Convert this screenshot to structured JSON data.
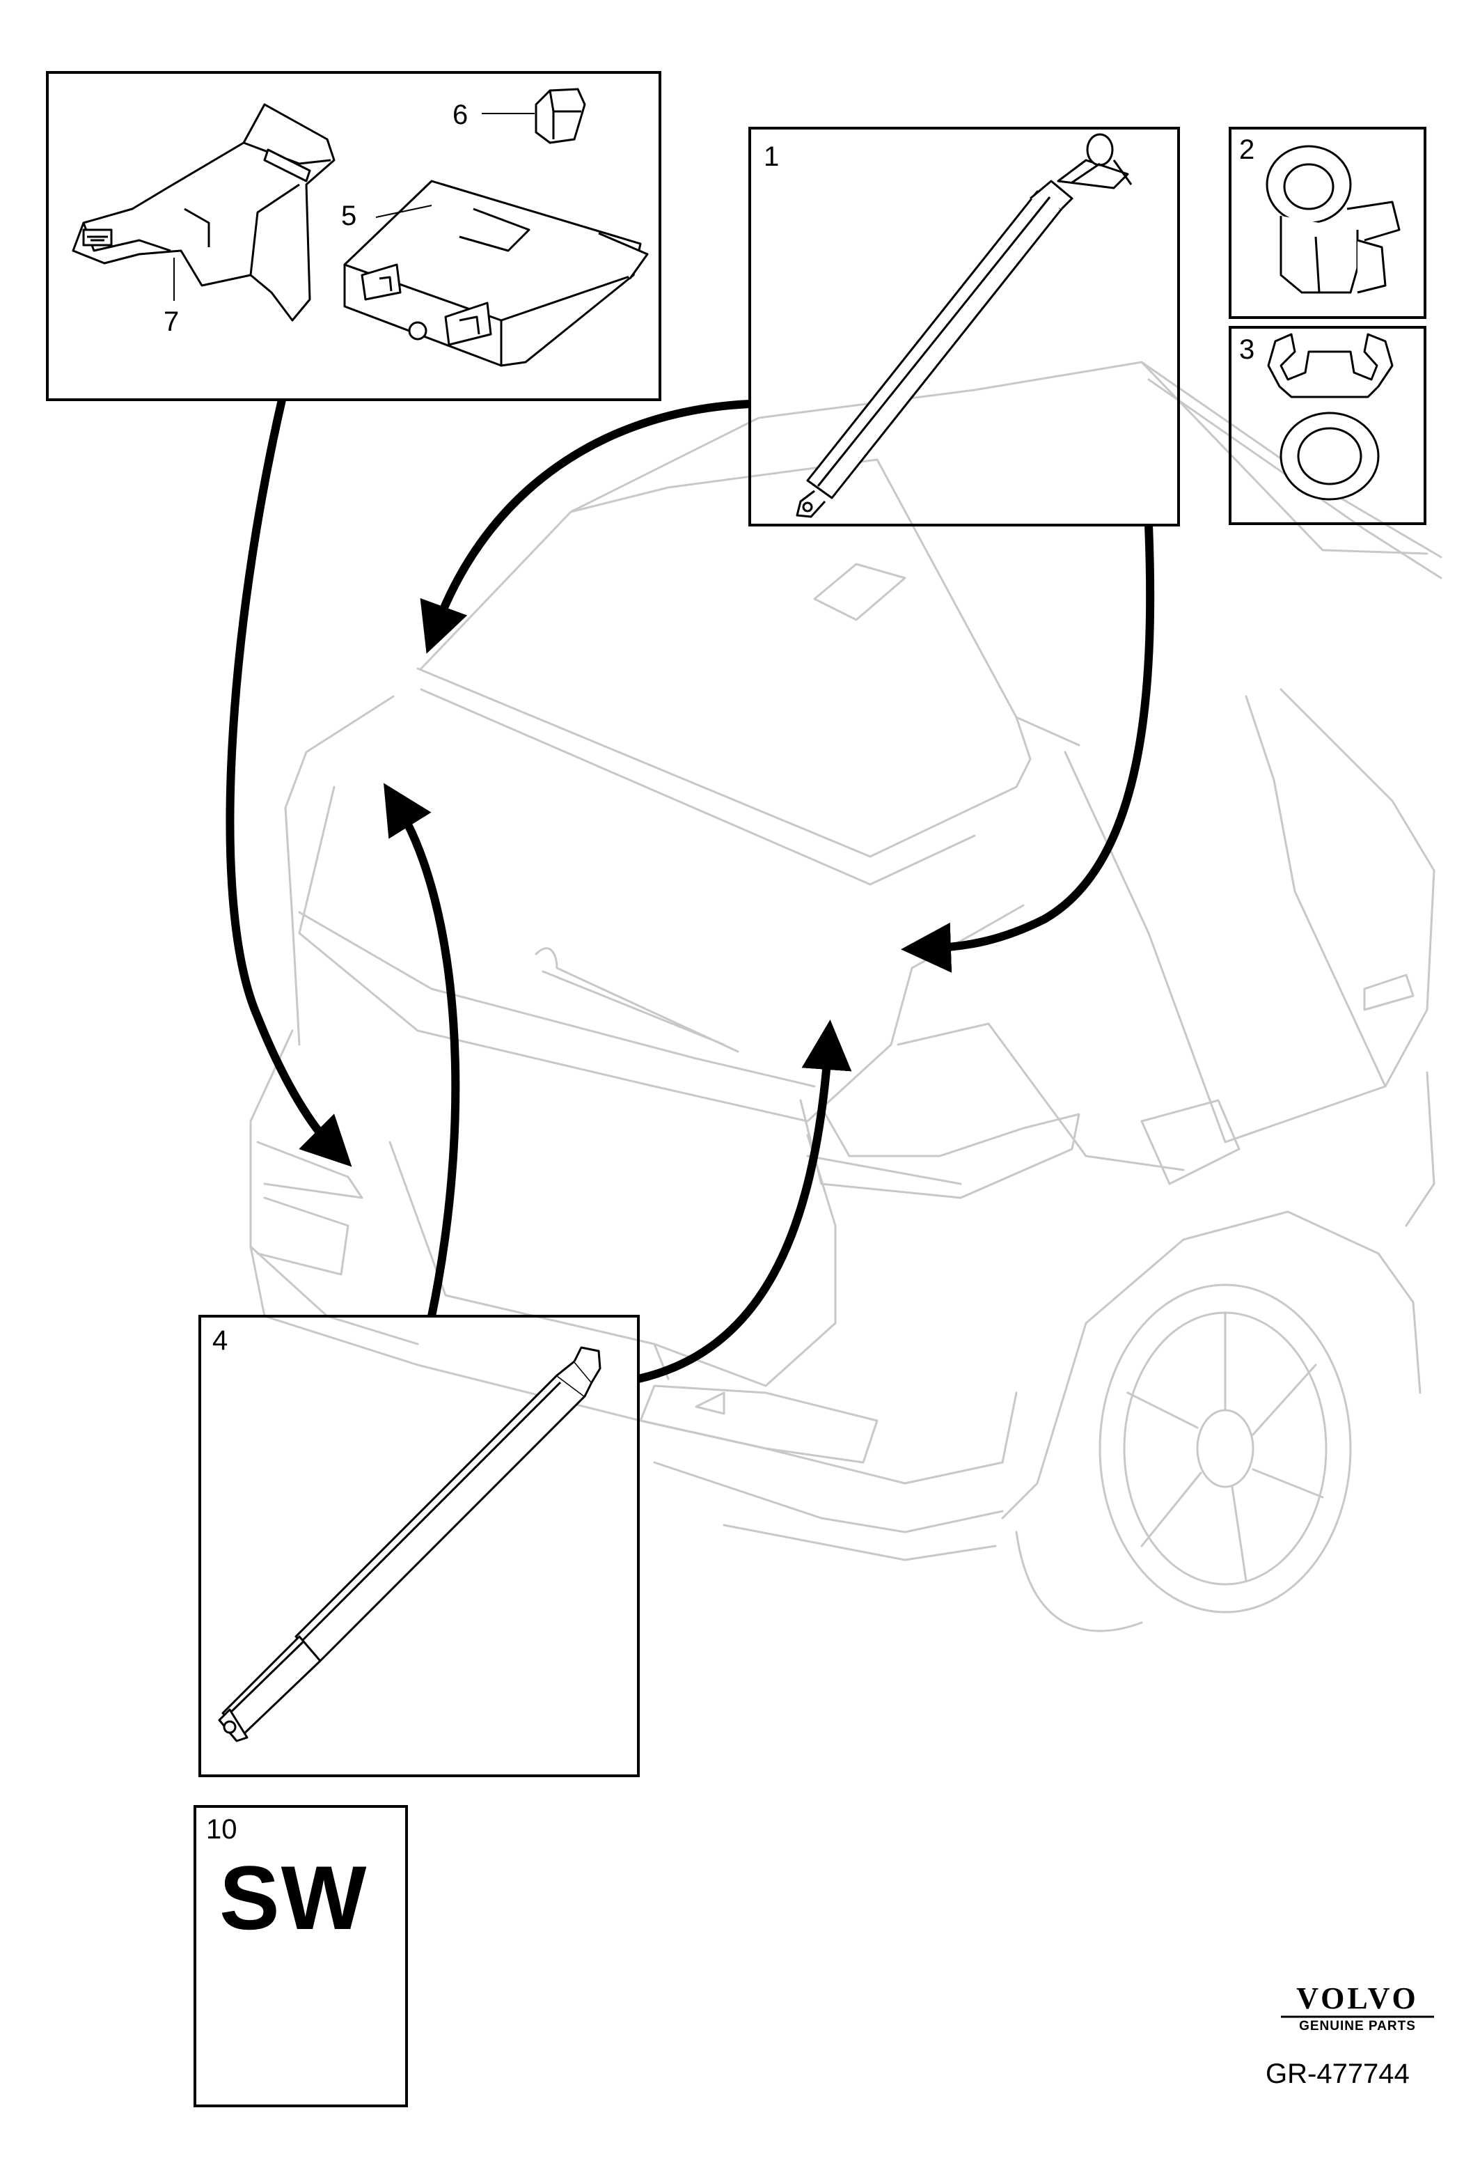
{
  "callouts": {
    "c1": "1",
    "c2": "2",
    "c3": "3",
    "c4": "4",
    "c5": "5",
    "c6": "6",
    "c7": "7",
    "c10": "10"
  },
  "software_box": {
    "label": "SW"
  },
  "footer": {
    "brand": "VOLVO",
    "tagline": "GENUINE PARTS",
    "reference": "GR-477744"
  },
  "colors": {
    "line": "#000000",
    "car_outline": "#c8c8c8",
    "background": "#ffffff"
  }
}
